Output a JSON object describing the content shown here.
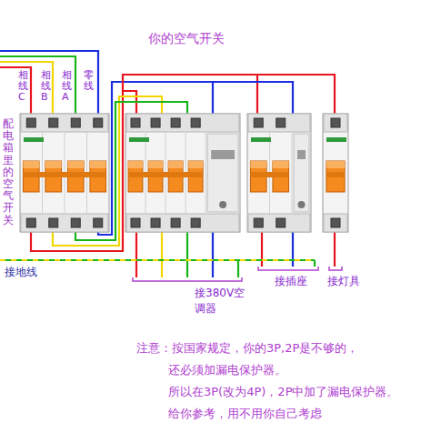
{
  "diagram": {
    "labels": [
      "你的空气开关",
      "相线C",
      "相线B",
      "相线A",
      "零线",
      "配电箱里的空气开关",
      "接地线",
      "接380V空调器",
      "接插座",
      "接灯具",
      "注意：按国家规定，你的3P,2P是不够的，",
      "还必须加漏电保护器。",
      "所以在3P(改为4P)，2P中加了漏电保护器。",
      "给你参考，用不用你自己考虑"
    ]
  }
}
